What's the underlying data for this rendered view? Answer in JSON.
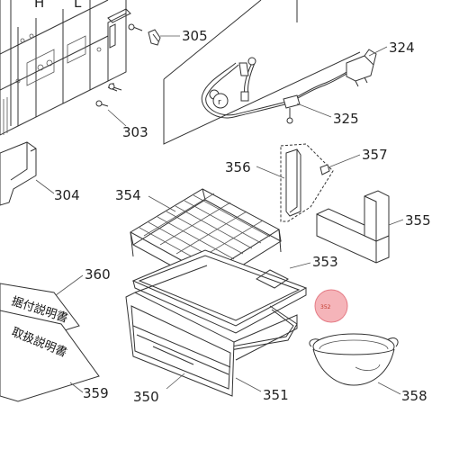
{
  "labels": {
    "l305": "305",
    "l324": "324",
    "l303": "303",
    "l325": "325",
    "l304": "304",
    "l356": "356",
    "l357": "357",
    "l354": "354",
    "l355": "355",
    "l353": "353",
    "l360": "360",
    "l352": "352",
    "l359": "359",
    "l350": "350",
    "l351": "351",
    "l358": "358",
    "lH": "H",
    "lL": "L"
  },
  "documents": {
    "doc1": "据付説明書",
    "doc2": "取扱説明書"
  },
  "colors": {
    "highlight_fill": "#f4a7ad",
    "highlight_stroke": "#e06470",
    "line": "#333333"
  }
}
